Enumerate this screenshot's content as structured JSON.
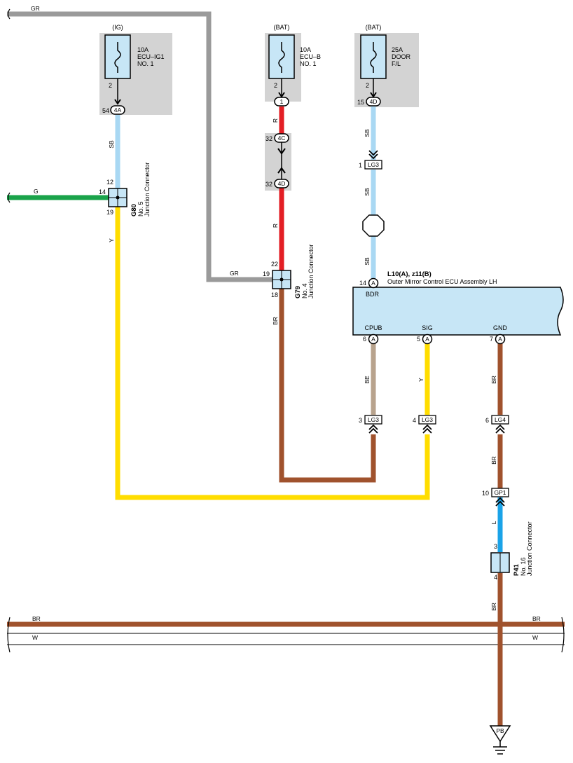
{
  "colors": {
    "GR": "#9a9a9a",
    "G": "#1aa34a",
    "SB": "#a9d8f3",
    "R": "#e31e24",
    "Y": "#ffdd00",
    "BR": "#a0522d",
    "BE": "#b8a38d",
    "L": "#1aa3e8",
    "W": "#ffffff",
    "fuse_box": "#d3d3d3",
    "fuse_fill": "#c7e6f6",
    "ecu_fill": "#c7e6f6"
  },
  "wire_labels": {
    "gr_top": "GR",
    "g_left": "G",
    "sb_ig": "SB",
    "y_left": "Y",
    "r_1": "R",
    "r_2": "R",
    "gr_mid": "GR",
    "br_g79": "BR",
    "sb_door_1": "SB",
    "sb_door_2": "SB",
    "sb_door_3": "SB",
    "be": "BE",
    "y_sig": "Y",
    "br_gnd_1": "BR",
    "br_gnd_2": "BR",
    "l_blue": "L",
    "br_p41": "BR",
    "br_bus_left": "BR",
    "br_bus_right": "BR",
    "w_bus_left": "W",
    "w_bus_right": "W"
  },
  "fuses": [
    {
      "supply": "(IG)",
      "lines": [
        "10A",
        "ECU–IG1",
        "NO. 1"
      ],
      "pin": "2",
      "conn": "4A",
      "conn_pin": "54"
    },
    {
      "supply": "(BAT)",
      "lines": [
        "10A",
        "ECU–B",
        "NO. 1"
      ],
      "pin": "2",
      "conn": "1",
      "conn_pin": ""
    },
    {
      "supply": "(BAT)",
      "lines": [
        "25A",
        "DOOR",
        "F/L"
      ],
      "pin": "2",
      "conn": "4D",
      "conn_pin": "15"
    }
  ],
  "inline_connectors": [
    {
      "id": "4C",
      "pin": "32"
    },
    {
      "id": "4D",
      "pin": "32"
    },
    {
      "id": "LG3",
      "pin": "1"
    },
    {
      "id": "LG3",
      "pin": "3"
    },
    {
      "id": "LG3",
      "pin": "4"
    },
    {
      "id": "LG4",
      "pin": "6"
    },
    {
      "id": "GP1",
      "pin": "10"
    }
  ],
  "junctions": {
    "g80": {
      "code": "G80",
      "name": "No. 5",
      "sub": "Junction Connector",
      "pin_top": "12",
      "pin_left": "14",
      "pin_bottom": "19"
    },
    "g79": {
      "code": "G79",
      "name": "No. 4",
      "sub": "Junction Connector",
      "pin_top": "22",
      "pin_left": "19",
      "pin_bottom": "18"
    },
    "p41": {
      "code": "P41",
      "name": "No. 16",
      "sub": "Junction Connector",
      "pin_top": "3",
      "pin_bottom": "4"
    }
  },
  "ecu": {
    "code": "L10(A), z11(B)",
    "title": "Outer Mirror Control ECU Assembly LH",
    "terminals": [
      {
        "label": "BDR",
        "pin": "14",
        "conn": "A"
      },
      {
        "label": "CPUB",
        "pin": "6",
        "conn": "A"
      },
      {
        "label": "SIG",
        "pin": "5",
        "conn": "A"
      },
      {
        "label": "GND",
        "pin": "7",
        "conn": "A"
      }
    ]
  },
  "ground": {
    "label": "PB"
  }
}
